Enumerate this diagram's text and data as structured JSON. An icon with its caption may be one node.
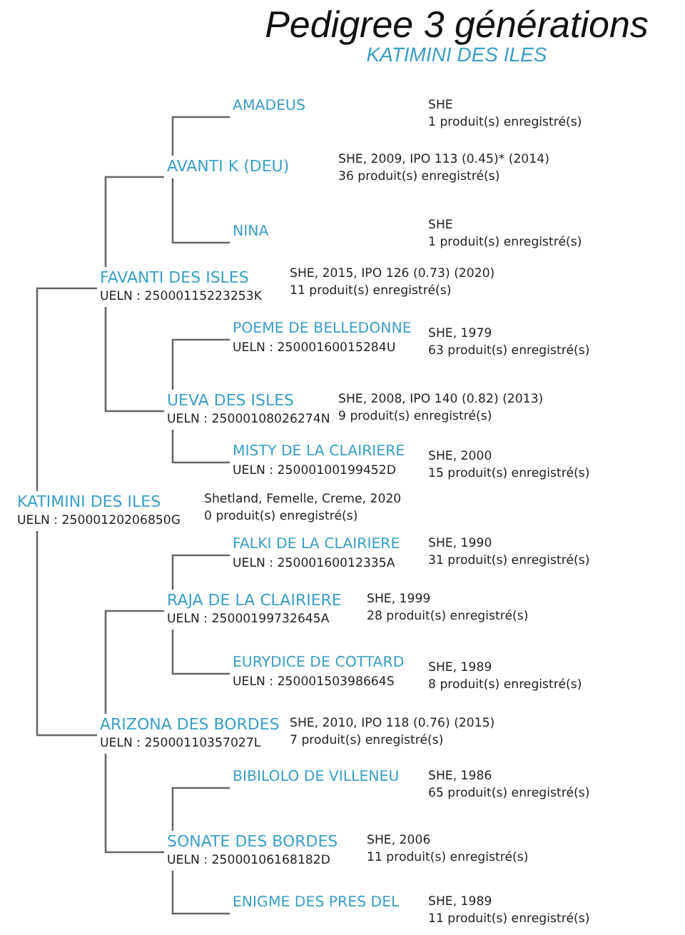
{
  "diagram": {
    "title": "Pedigree 3 générations",
    "nodes": [
      {
        "text": [
          "AMADEUS"
        ],
        "beside": [
          "SHE",
          "1 produit(s) enregistré(s)"
        ]
      },
      {
        "text": [
          "AVANTI K (DEU)"
        ],
        "beside": [
          "SHE, 2009, IPO 113 (0.45)* (2014)",
          "36 produit(s) enregistré(s)"
        ]
      },
      {
        "text": [
          "NINA"
        ],
        "beside": [
          "SHE",
          "1 produit(s) enregistré(s)"
        ]
      },
      {
        "text": [
          "FAVANTI DES ISLES",
          "UELN : 25000115223253K"
        ],
        "beside": [
          "SHE, 2015, IPO 126 (0.73) (2020)",
          "11 produit(s) enregistré(s)"
        ]
      },
      {
        "text": [
          "POEME DE BELLEDONNE",
          "UELN : 25000160015284U"
        ],
        "beside": [
          "SHE, 1979",
          "63 produit(s) enregistré(s)"
        ]
      },
      {
        "text": [
          "UEVA DES ISLES",
          "UELN : 25000108026274N"
        ],
        "beside": [
          "SHE, 2008, IPO 140 (0.82) (2013)",
          "9 produit(s) enregistré(s)"
        ]
      },
      {
        "text": [
          "MISTY DE LA CLAIRIERE",
          "UELN : 25000100199452D"
        ],
        "beside": [
          "SHE, 2000",
          "15 produit(s) enregistré(s)"
        ]
      },
      {
        "text": [
          "KATIMINI DES ILES",
          "UELN : 25000120206850G"
        ],
        "beside": [
          "Shetland, Femelle, Creme, 2020",
          "0 produit(s) enregistré(s)"
        ]
      },
      {
        "text": [
          "FALKI DE LA CLAIRIERE",
          "UELN : 25000160012335A"
        ],
        "beside": [
          "SHE, 1990",
          "31 produit(s) enregistré(s)"
        ]
      },
      {
        "text": [
          "RAJA DE LA CLAIRIERE",
          "UELN : 25000199732645A"
        ],
        "beside": [
          "SHE, 1999",
          "28 produit(s) enregistré(s)"
        ]
      },
      {
        "text": [
          "EURYDICE DE COTTARD",
          "UELN : 25000150398664S"
        ],
        "beside": [
          "SHE, 1989",
          "8 produit(s) enregistré(s)"
        ]
      },
      {
        "text": [
          "ARIZONA DES BORDES",
          "UELN : 25000110357027L"
        ],
        "beside": [
          "SHE, 2010, IPO 118 (0.76) (2015)",
          "7 produit(s) enregistré(s)"
        ]
      },
      {
        "text": [
          "BIBILOLO DE VILLENEU"
        ],
        "beside": [
          "SHE, 1986",
          "65 produit(s) enregistré(s)"
        ]
      },
      {
        "text": [
          "SONATE DES BORDES",
          "UELN : 25000106168182D"
        ],
        "beside": [
          "SHE, 2006",
          "11 produit(s) enregistré(s)"
        ]
      },
      {
        "text": [
          "ENIGME DES PRES DEL"
        ],
        "beside": [
          "SHE, 1989",
          "11 produit(s) enregistré(s)"
        ]
      }
    ],
    "edges": [
      {
        "from": 7,
        "to": 3,
        "arrow": "none"
      },
      {
        "from": 7,
        "to": 11,
        "arrow": "none"
      },
      {
        "from": 3,
        "to": 1,
        "arrow": "none"
      },
      {
        "from": 3,
        "to": 5,
        "arrow": "none"
      },
      {
        "from": 1,
        "to": 0,
        "arrow": "none"
      },
      {
        "from": 1,
        "to": 2,
        "arrow": "none"
      },
      {
        "from": 5,
        "to": 4,
        "arrow": "none"
      },
      {
        "from": 5,
        "to": 6,
        "arrow": "none"
      },
      {
        "from": 11,
        "to": 9,
        "arrow": "none"
      },
      {
        "from": 11,
        "to": 13,
        "arrow": "none"
      },
      {
        "from": 9,
        "to": 8,
        "arrow": "none"
      },
      {
        "from": 9,
        "to": 10,
        "arrow": "none"
      },
      {
        "from": 13,
        "to": 12,
        "arrow": "none"
      },
      {
        "from": 13,
        "to": 14,
        "arrow": "none"
      }
    ],
    "labels": [
      "KATIMINI DES ILES"
    ]
  }
}
